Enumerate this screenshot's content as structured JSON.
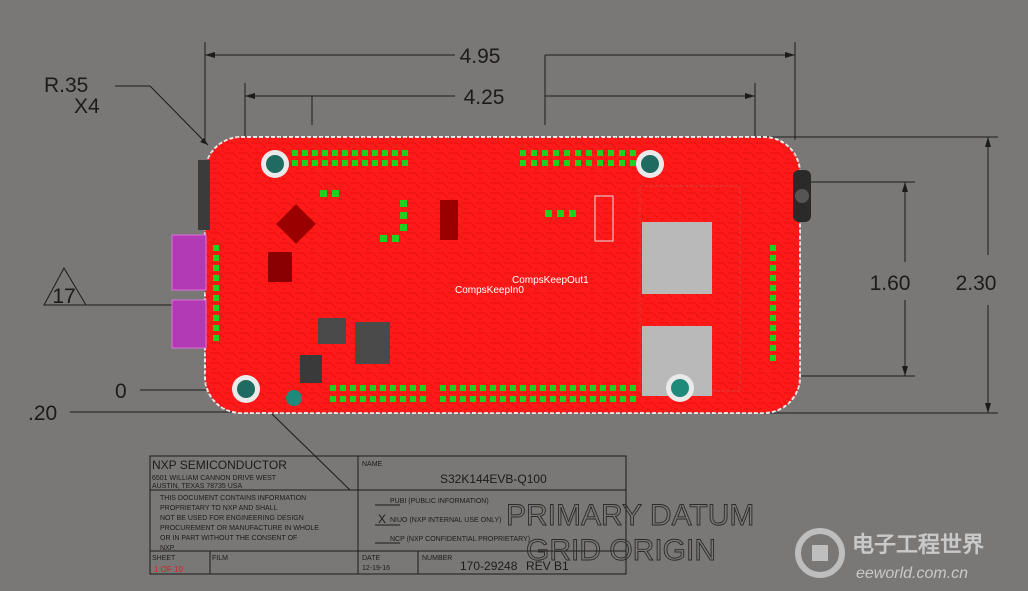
{
  "dimensions": {
    "width_outer": "4.95",
    "width_inner": "4.25",
    "radius": "R.35",
    "radius_count": "X4",
    "height_outer": "2.30",
    "height_inner": "1.60",
    "origin_zero": "0",
    "offset_y": ".20",
    "callout": "17"
  },
  "board": {
    "keepout_label": "CompsKeepOut1",
    "keepin_label": "CompsKeepIn0"
  },
  "title_block": {
    "company": "NXP SEMICONDUCTOR",
    "address_line1": "6501 WILLIAM CANNON DRIVE WEST",
    "address_line2": "AUSTIN, TEXAS 78735 USA",
    "notice": [
      "THIS DOCUMENT CONTAINS INFORMATION",
      "PROPRIETARY TO NXP AND SHALL",
      "NOT BE USED FOR ENGINEERING DESIGN",
      "PROCUREMENT OR MANUFACTURE IN WHOLE",
      "OR IN PART WITHOUT THE CONSENT OF",
      "NXP."
    ],
    "name_label": "NAME",
    "name_value": "S32K144EVB-Q100",
    "pubi": "PUBI (PUBLIC INFORMATION)",
    "niuo_mark": "X",
    "niuo": "NIUO (NXP INTERNAL USE ONLY)",
    "ncp": "NCP (NXP CONFIDENTIAL PROPRIETARY)",
    "sheet_label": "SHEET",
    "sheet_value": "1 OF 10",
    "film_label": "FILM",
    "date_label": "DATE",
    "date_value": "12-19-16",
    "number_label": "NUMBER",
    "number_value": "170-29248",
    "rev_value": "REV B1",
    "primary_datum_line1": "PRIMARY DATUM",
    "primary_datum_line2": "GRID ORIGIN"
  },
  "watermark": {
    "cn": "电子工程世界",
    "en": "eeworld.com.cn"
  },
  "colors": {
    "background": "#7a7877",
    "board_red": "#ff1a1a",
    "pad_green": "#1fd01f",
    "mounting_teal": "#1f8a7a",
    "connector_magenta": "#c040c0",
    "line_dark": "#1b1b1b"
  }
}
